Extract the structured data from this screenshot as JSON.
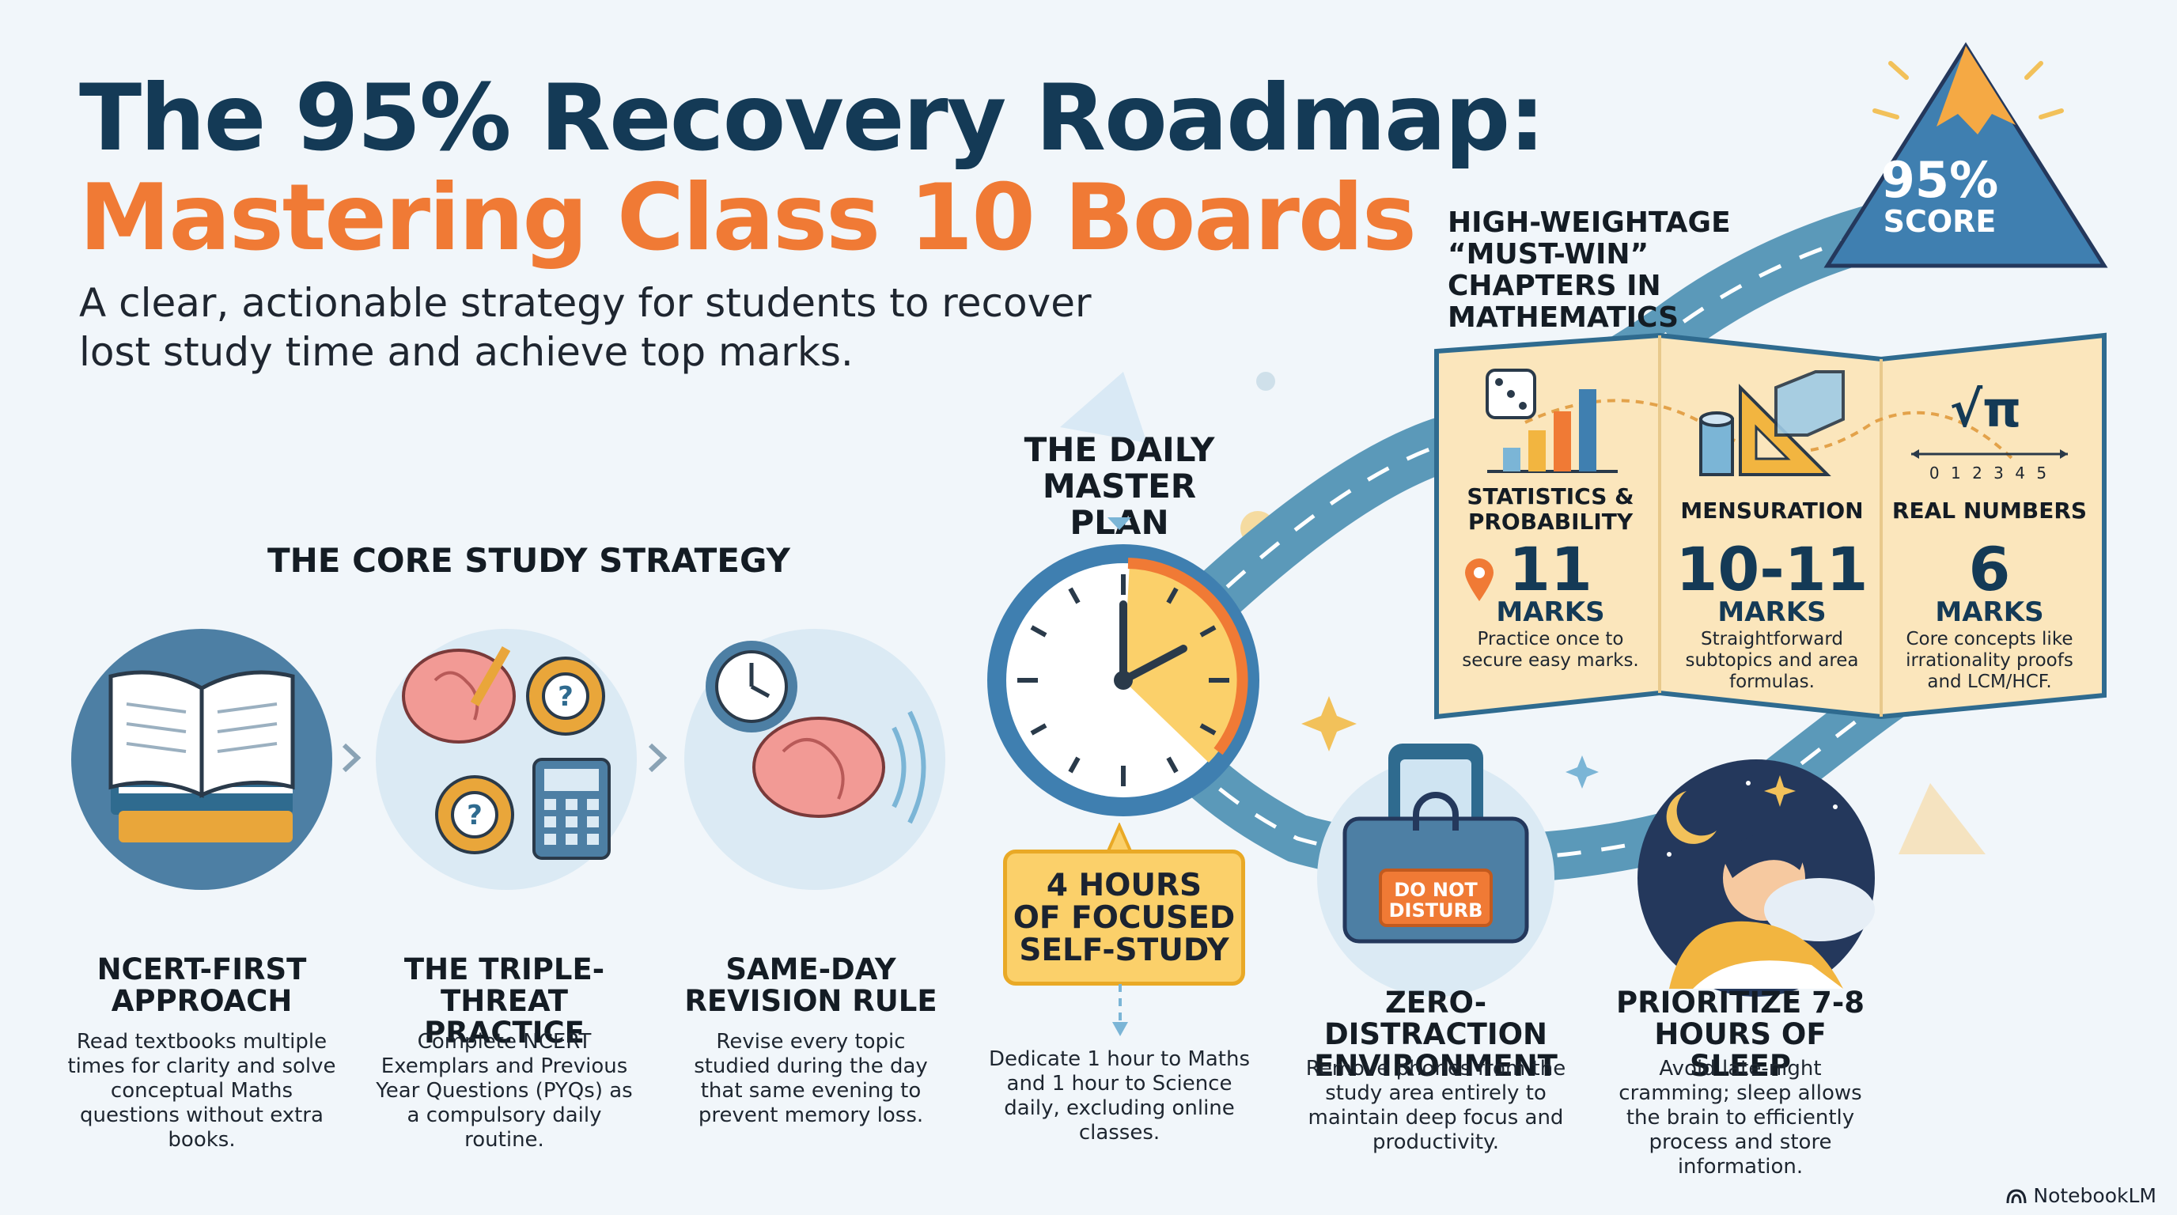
{
  "title": {
    "line1": "The 95% Recovery Roadmap:",
    "line2": "Mastering Class 10 Boards"
  },
  "subtitle": "A clear, actionable strategy for students to recover lost study time and achieve top marks.",
  "core_strategy": {
    "heading": "THE CORE STUDY STRATEGY",
    "steps": [
      {
        "title": "NCERT-FIRST APPROACH",
        "text": "Read textbooks multiple times for clarity and solve conceptual Maths questions without extra books."
      },
      {
        "title": "THE TRIPLE-THREAT PRACTICE",
        "text": "Complete NCERT Exemplars and Previous Year Questions (PYQs) as a compulsory daily routine."
      },
      {
        "title": "SAME-DAY REVISION RULE",
        "text": "Revise every topic studied during the day that same evening to prevent memory loss."
      }
    ]
  },
  "master_plan": {
    "heading": "THE DAILY MASTER PLAN",
    "callout": "4 HOURS\nOF FOCUSED\nSELF-STUDY",
    "text": "Dedicate 1 hour to Maths and 1 hour to Science daily, excluding online classes."
  },
  "environment": {
    "title": "ZERO-DISTRACTION ENVIRONMENT",
    "sign": "DO NOT DISTURB",
    "text": "Remove phones from the study area entirely to maintain deep focus and productivity."
  },
  "sleep": {
    "title": "PRIORITIZE 7-8 HOURS OF SLEEP",
    "text": "Avoid late-night cramming; sleep allows the brain to efficiently process and store information."
  },
  "peak": {
    "pct": "95%",
    "label": "SCORE"
  },
  "chapters": {
    "heading": "HIGH-WEIGHTAGE “MUST-WIN” CHAPTERS IN MATHEMATICS",
    "items": [
      {
        "label": "STATISTICS & PROBABILITY",
        "marks": "11",
        "marks_label": "MARKS",
        "note": "Practice once to secure easy marks."
      },
      {
        "label": "MENSURATION",
        "marks": "10-11",
        "marks_label": "MARKS",
        "note": "Straightforward subtopics and area formulas."
      },
      {
        "label": "REAL NUMBERS",
        "marks": "6",
        "marks_label": "MARKS",
        "note": "Core concepts like irrationality proofs and LCM/HCF."
      }
    ],
    "sqrt_symbol": "√π",
    "number_line": "0 1 2 3 4 5"
  },
  "brand": "NotebookLM",
  "colors": {
    "navy": "#143a56",
    "orange": "#f07a35",
    "road": "#5b99b9",
    "map": "#fbe6bc",
    "callout": "#fbd06a"
  }
}
